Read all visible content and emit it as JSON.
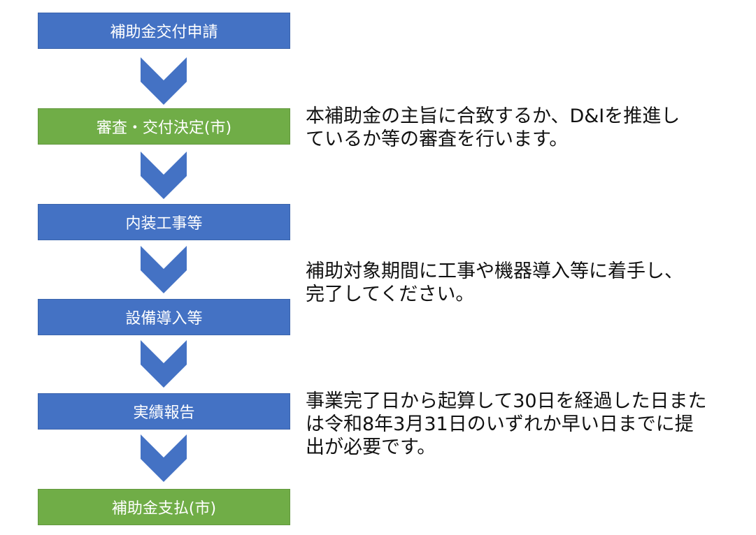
{
  "colors": {
    "blue": "#4472C4",
    "green": "#70AD47"
  },
  "steps": [
    {
      "label": "補助金交付申請",
      "color": "blue"
    },
    {
      "label": "審査・交付決定(市)",
      "color": "green"
    },
    {
      "label": "内装工事等",
      "color": "blue"
    },
    {
      "label": "設備導入等",
      "color": "blue"
    },
    {
      "label": "実績報告",
      "color": "blue"
    },
    {
      "label": "補助金支払(市)",
      "color": "green"
    }
  ],
  "notes": [
    "本補助金の主旨に合致するか、D&Iを推進し\nているか等の審査を行います。",
    "補助対象期間に工事や機器導入等に着手し、\n完了してください。",
    "事業完了日から起算して30日を経過した日また\nは令和8年3月31日のいずれか早い日までに提\n出が必要です。"
  ]
}
